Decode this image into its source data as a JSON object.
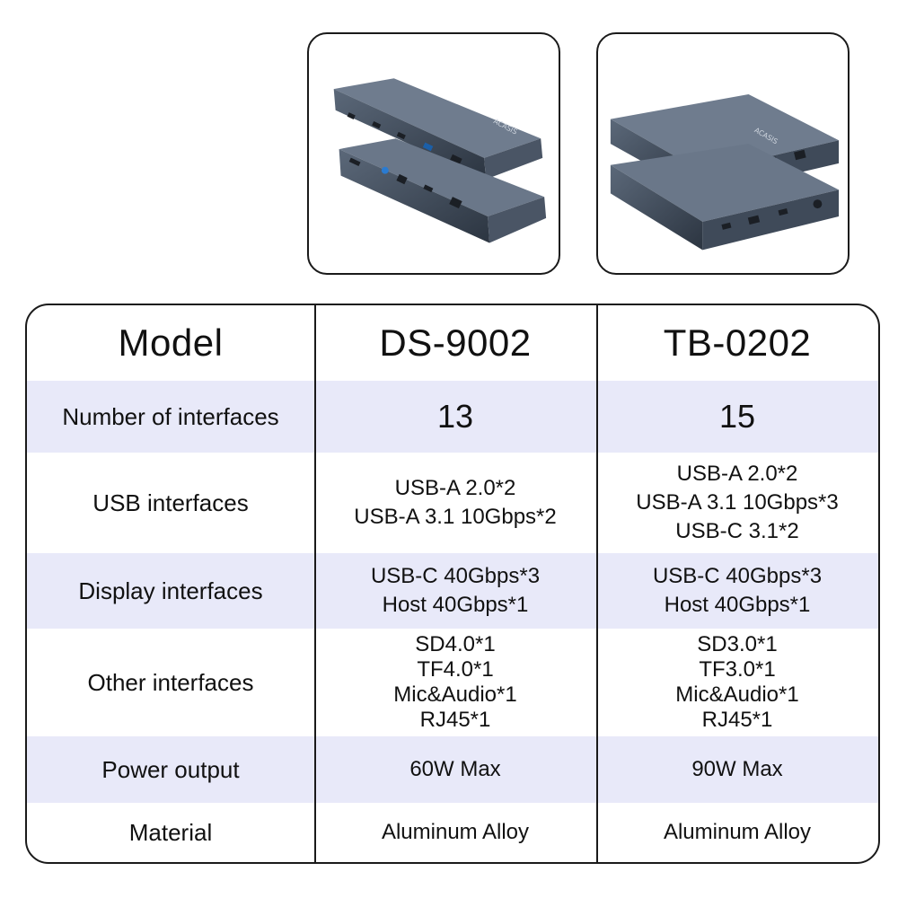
{
  "table": {
    "header": {
      "label": "Model",
      "col1": "DS-9002",
      "col2": "TB-0202"
    },
    "rows": [
      {
        "label": "Number of interfaces",
        "col1": [
          "13"
        ],
        "col2": [
          "15"
        ]
      },
      {
        "label": "USB interfaces",
        "col1": [
          "USB-A 2.0*2",
          "USB-A 3.1 10Gbps*2"
        ],
        "col2": [
          "USB-A 2.0*2",
          "USB-A 3.1 10Gbps*3",
          "USB-C 3.1*2"
        ]
      },
      {
        "label": "Display interfaces",
        "col1": [
          "USB-C 40Gbps*3",
          "Host 40Gbps*1"
        ],
        "col2": [
          "USB-C 40Gbps*3",
          "Host 40Gbps*1"
        ]
      },
      {
        "label": "Other interfaces",
        "col1": [
          "SD4.0*1",
          "TF4.0*1",
          "Mic&Audio*1",
          "RJ45*1"
        ],
        "col2": [
          "SD3.0*1",
          "TF3.0*1",
          "Mic&Audio*1",
          "RJ45*1"
        ]
      },
      {
        "label": "Power output",
        "col1": [
          "60W Max"
        ],
        "col2": [
          "90W Max"
        ]
      },
      {
        "label": "Material",
        "col1": [
          "Aluminum Alloy"
        ],
        "col2": [
          "Aluminum Alloy"
        ]
      }
    ]
  },
  "images": {
    "product1": {
      "brand_text": "ACASIS"
    },
    "product2": {
      "brand_text": "ACASIS"
    }
  },
  "colors": {
    "shade": "#e8e9f9",
    "device": "#3b4656",
    "border": "#1a1a1a"
  }
}
